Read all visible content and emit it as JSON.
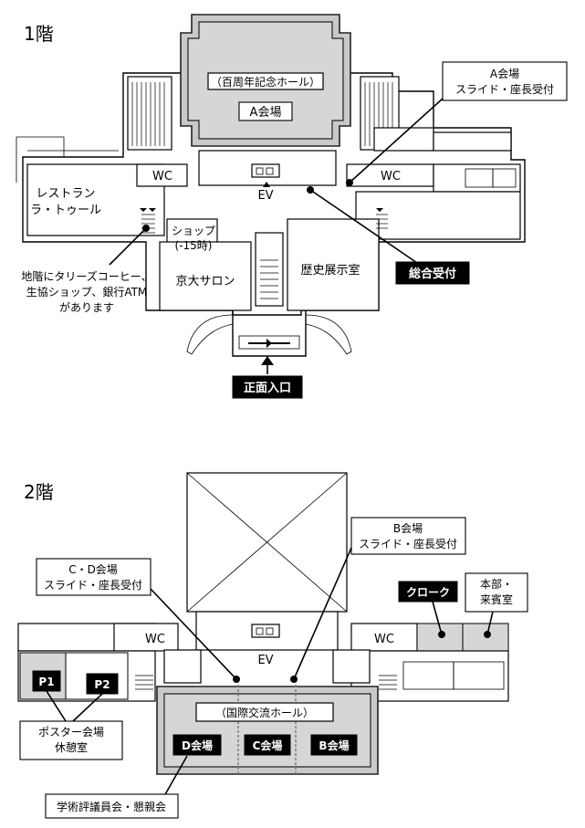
{
  "floor1": {
    "title": "1階",
    "hall_name": "（百周年記念ホール）",
    "hall_label": "A会場",
    "callout_a": [
      "A会場",
      "スライド・座長受付"
    ],
    "wc_left": "WC",
    "wc_right": "WC",
    "ev": "EV",
    "restaurant": [
      "レストラン",
      "ラ・トゥール"
    ],
    "shop": [
      "ショップ",
      "(-15時)"
    ],
    "salon": "京大サロン",
    "history": "歴史展示室",
    "reception": "総合受付",
    "basement_note": [
      "地階にタリーズコーヒー、",
      "生協ショップ、銀行ATM",
      "があります"
    ],
    "entrance": "正面入口"
  },
  "floor2": {
    "title": "2階",
    "callout_b": [
      "B会場",
      "スライド・座長受付"
    ],
    "callout_cd": [
      "C・D会場",
      "スライド・座長受付"
    ],
    "cloak": "クローク",
    "honbu": [
      "本部・",
      "来賓室"
    ],
    "wc_left": "WC",
    "wc_right": "WC",
    "ev": "EV",
    "p1": "P1",
    "p2": "P2",
    "poster": [
      "ポスター会場",
      "休憩室"
    ],
    "hall_name": "（国際交流ホール）",
    "d_room": "D会場",
    "c_room": "C会場",
    "b_room": "B会場",
    "committee": "学術評議員会・懇親会"
  }
}
